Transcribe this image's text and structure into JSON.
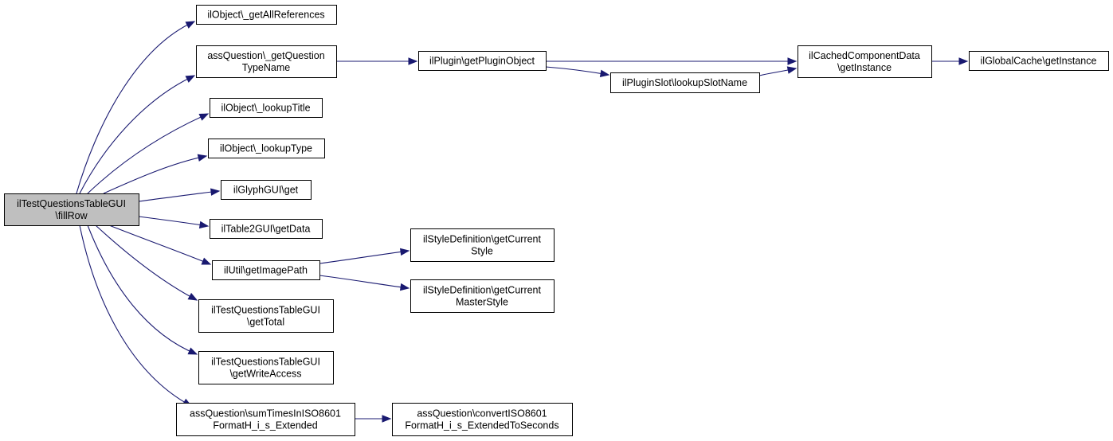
{
  "nodes": [
    {
      "id": "root",
      "lines": [
        "ilTestQuestionsTableGUI",
        "\\fillRow"
      ],
      "root": true
    },
    {
      "id": "n_allrefs",
      "lines": [
        "ilObject\\_getAllReferences"
      ]
    },
    {
      "id": "n_qtypename",
      "lines": [
        "assQuestion\\_getQuestion",
        "TypeName"
      ]
    },
    {
      "id": "n_lookuptitle",
      "lines": [
        "ilObject\\_lookupTitle"
      ]
    },
    {
      "id": "n_lookuptype",
      "lines": [
        "ilObject\\_lookupType"
      ]
    },
    {
      "id": "n_glyph",
      "lines": [
        "ilGlyphGUI\\get"
      ]
    },
    {
      "id": "n_getdata",
      "lines": [
        "ilTable2GUI\\getData"
      ]
    },
    {
      "id": "n_imagepath",
      "lines": [
        "ilUtil\\getImagePath"
      ]
    },
    {
      "id": "n_gettotal",
      "lines": [
        "ilTestQuestionsTableGUI",
        "\\getTotal"
      ]
    },
    {
      "id": "n_writeaccess",
      "lines": [
        "ilTestQuestionsTableGUI",
        "\\getWriteAccess"
      ]
    },
    {
      "id": "n_sumtimes",
      "lines": [
        "assQuestion\\sumTimesInISO8601",
        "FormatH_i_s_Extended"
      ]
    },
    {
      "id": "n_pluginobj",
      "lines": [
        "ilPlugin\\getPluginObject"
      ]
    },
    {
      "id": "n_lookupslot",
      "lines": [
        "ilPluginSlot\\lookupSlotName"
      ]
    },
    {
      "id": "n_cached",
      "lines": [
        "ilCachedComponentData",
        "\\getInstance"
      ]
    },
    {
      "id": "n_globalcache",
      "lines": [
        "ilGlobalCache\\getInstance"
      ]
    },
    {
      "id": "n_curstyle",
      "lines": [
        "ilStyleDefinition\\getCurrent",
        "Style"
      ]
    },
    {
      "id": "n_curmaster",
      "lines": [
        "ilStyleDefinition\\getCurrent",
        "MasterStyle"
      ]
    },
    {
      "id": "n_convert",
      "lines": [
        "assQuestion\\convertISO8601",
        "FormatH_i_s_ExtendedToSeconds"
      ]
    }
  ],
  "edges": [
    [
      "root",
      "n_allrefs"
    ],
    [
      "root",
      "n_qtypename"
    ],
    [
      "root",
      "n_lookuptitle"
    ],
    [
      "root",
      "n_lookuptype"
    ],
    [
      "root",
      "n_glyph"
    ],
    [
      "root",
      "n_getdata"
    ],
    [
      "root",
      "n_imagepath"
    ],
    [
      "root",
      "n_gettotal"
    ],
    [
      "root",
      "n_writeaccess"
    ],
    [
      "root",
      "n_sumtimes"
    ],
    [
      "n_qtypename",
      "n_pluginobj"
    ],
    [
      "n_pluginobj",
      "n_cached"
    ],
    [
      "n_pluginobj",
      "n_lookupslot"
    ],
    [
      "n_lookupslot",
      "n_cached"
    ],
    [
      "n_cached",
      "n_globalcache"
    ],
    [
      "n_imagepath",
      "n_curstyle"
    ],
    [
      "n_imagepath",
      "n_curmaster"
    ],
    [
      "n_sumtimes",
      "n_convert"
    ]
  ]
}
